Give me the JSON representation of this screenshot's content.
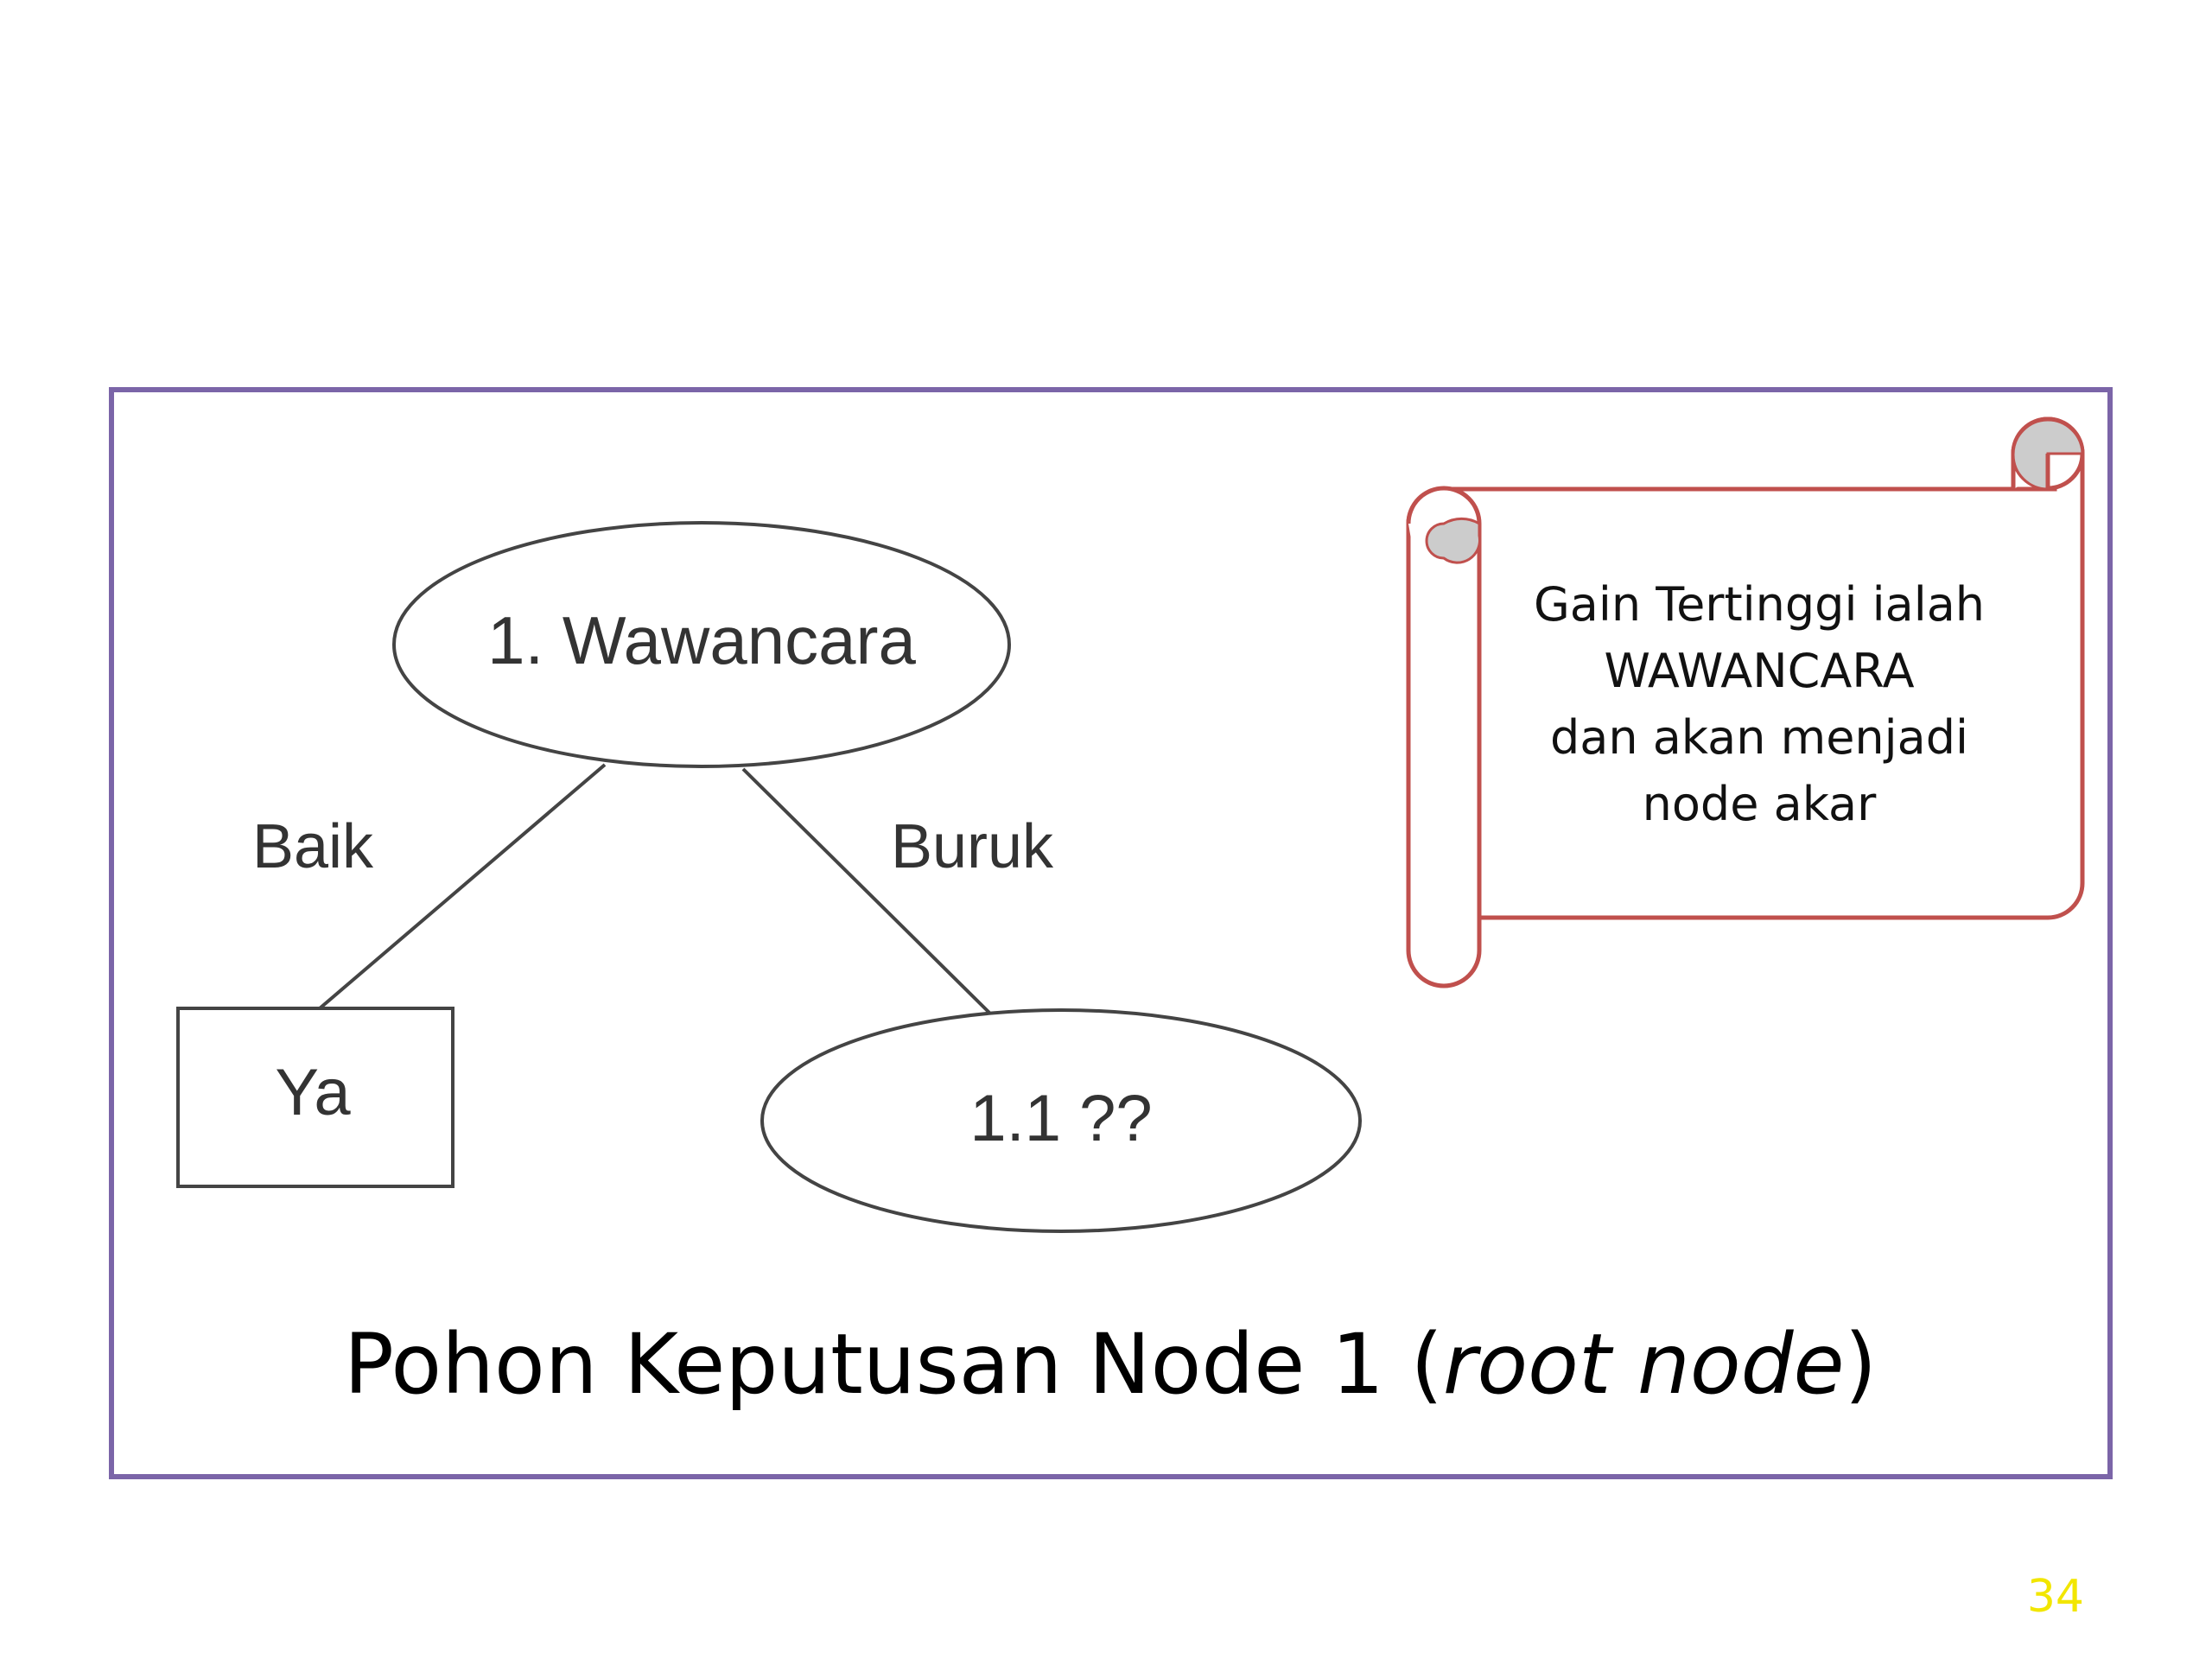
{
  "tree": {
    "root_label": "1. Wawancara",
    "left_edge_label": "Baik",
    "right_edge_label": "Buruk",
    "leaf_label": "Ya",
    "child_node_label": "1.1 ??"
  },
  "note": {
    "line1": "Gain Tertinggi ialah",
    "line2": "WAWANCARA",
    "line3": "dan akan menjadi",
    "line4": "node akar"
  },
  "caption": {
    "main": "Pohon Keputusan Node 1 (",
    "italic": "root node",
    "close": ")"
  },
  "page_number": "34",
  "colors": {
    "frame_border": "#7b65a8",
    "scroll_border": "#c0504d",
    "scroll_curl_fill": "#cccccc",
    "tree_stroke": "#444444",
    "page_number": "#f2e600"
  }
}
